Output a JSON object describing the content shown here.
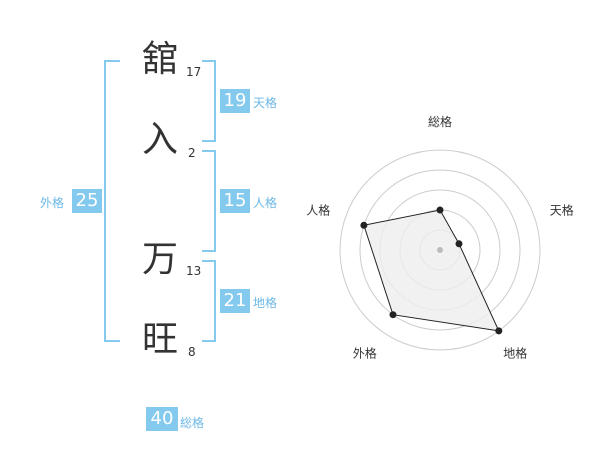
{
  "characters": [
    {
      "char": "舘",
      "strokes": "17"
    },
    {
      "char": "入",
      "strokes": "2"
    },
    {
      "char": "万",
      "strokes": "13"
    },
    {
      "char": "旺",
      "strokes": "8"
    }
  ],
  "kakusu": {
    "tenkaku": {
      "value": "19",
      "label": "天格"
    },
    "jinkaku": {
      "value": "15",
      "label": "人格"
    },
    "chikaku": {
      "value": "21",
      "label": "地格"
    },
    "gaikaku": {
      "value": "25",
      "label": "外格"
    },
    "soukaku": {
      "value": "40",
      "label": "総格"
    }
  },
  "chart_data": {
    "type": "radar",
    "axes": [
      "総格",
      "天格",
      "地格",
      "外格",
      "人格"
    ],
    "values": [
      2,
      1,
      5,
      4,
      4
    ],
    "range": [
      0,
      5
    ],
    "rings": 5,
    "colors": {
      "fill": "#eeeeee",
      "line": "#222222",
      "ring": "#cccccc",
      "center": "#bbbbbb"
    }
  }
}
